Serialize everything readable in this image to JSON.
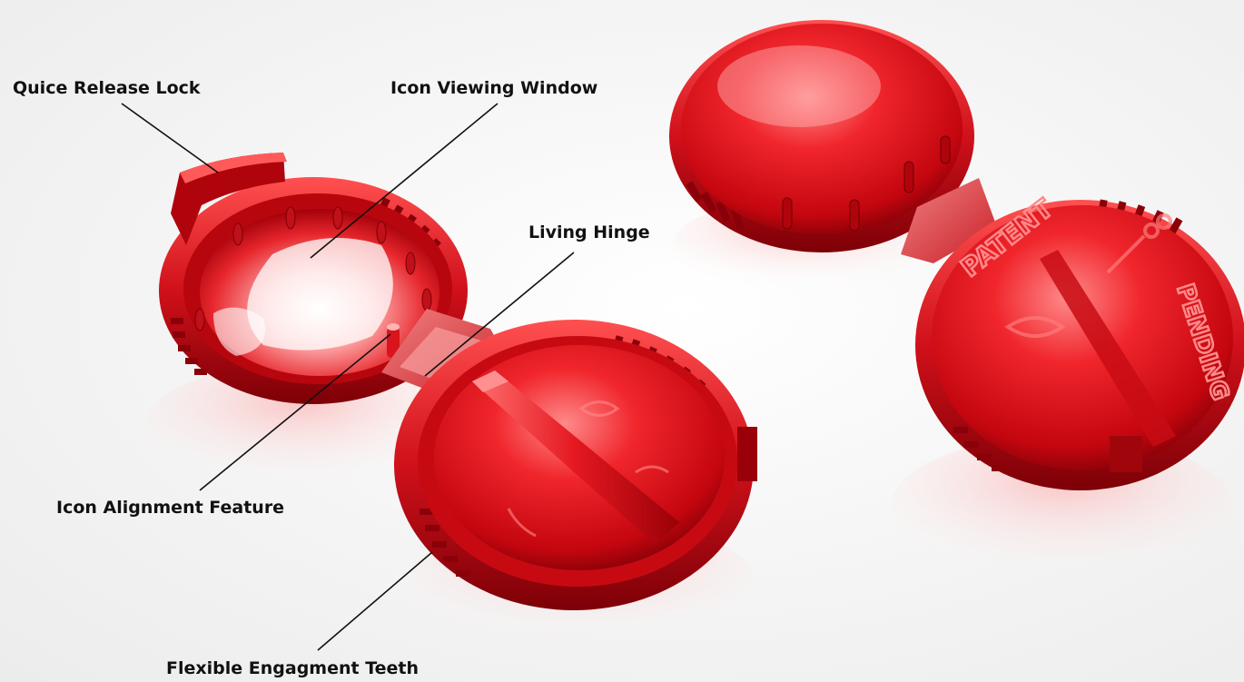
{
  "labels": {
    "quick_release_lock": "Quice Release Lock",
    "icon_viewing_window": "Icon Viewing Window",
    "living_hinge": "Living Hinge",
    "icon_alignment_feature": "Icon Alignment Feature",
    "flexible_engagement_teeth": "Flexible Engagment Teeth"
  },
  "embossed_text": {
    "top": "PATENT",
    "side": "PENDING"
  },
  "colors": {
    "plastic_red": "#e0121a",
    "plastic_dark": "#8a0008",
    "plastic_light": "#ff6a6a",
    "leader_line": "#111111",
    "label_text": "#111111"
  }
}
